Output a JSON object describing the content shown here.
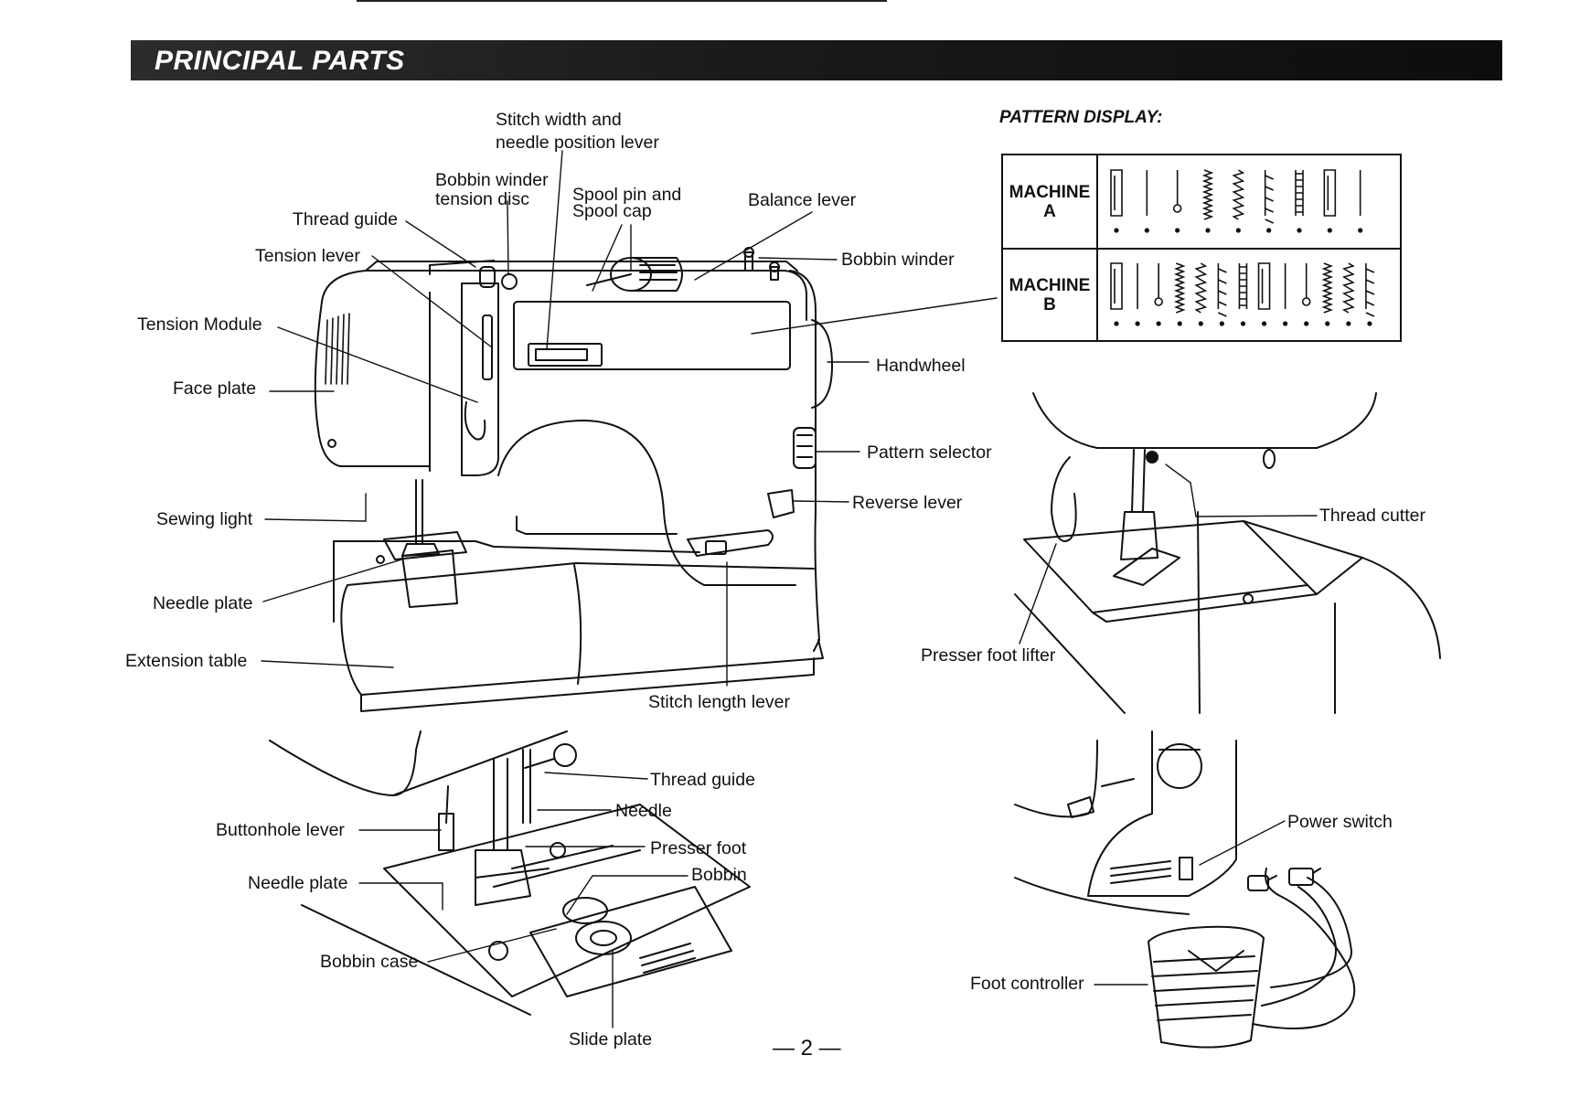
{
  "header": {
    "title": "PRINCIPAL PARTS"
  },
  "main_figure": {
    "labels": {
      "stitch_width_1": "Stitch width and",
      "stitch_width_2": "needle position lever",
      "bobbin_winder_tension_1": "Bobbin winder",
      "bobbin_winder_tension_2": "tension disc",
      "spool_pin_1": "Spool pin and",
      "spool_pin_2": "Spool cap",
      "balance_lever": "Balance lever",
      "thread_guide": "Thread guide",
      "tension_lever": "Tension lever",
      "bobbin_winder": "Bobbin winder",
      "tension_module": "Tension Module",
      "face_plate": "Face plate",
      "handwheel": "Handwheel",
      "pattern_selector": "Pattern selector",
      "reverse_lever": "Reverse lever",
      "sewing_light": "Sewing light",
      "needle_plate": "Needle plate",
      "extension_table": "Extension table",
      "stitch_length_lever": "Stitch length lever"
    }
  },
  "pattern_display": {
    "title": "PATTERN DISPLAY:",
    "machines": [
      {
        "line1": "MACHINE",
        "line2": "A",
        "pattern_count": 9
      },
      {
        "line1": "MACHINE",
        "line2": "B",
        "pattern_count": 13
      }
    ]
  },
  "cutter_figure": {
    "labels": {
      "thread_cutter": "Thread cutter",
      "presser_foot_lifter": "Presser foot lifter"
    }
  },
  "needle_figure": {
    "labels": {
      "thread_guide": "Thread guide",
      "needle": "Needle",
      "buttonhole_lever": "Buttonhole lever",
      "presser_foot": "Presser foot",
      "needle_plate": "Needle plate",
      "bobbin": "Bobbin",
      "bobbin_case": "Bobbin case",
      "slide_plate": "Slide plate"
    }
  },
  "power_figure": {
    "labels": {
      "power_switch": "Power switch",
      "foot_controller": "Foot controller"
    }
  },
  "footer": {
    "page_number": "— 2 —"
  }
}
